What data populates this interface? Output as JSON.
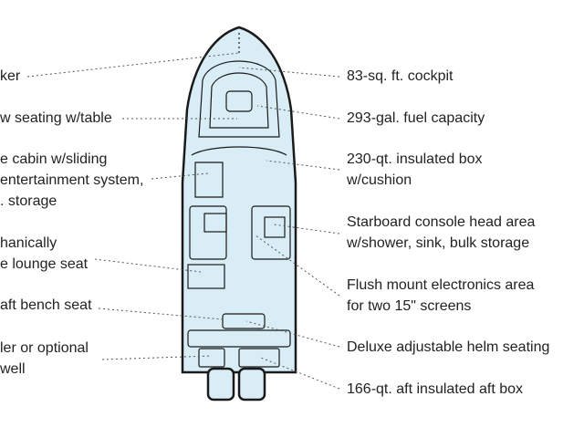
{
  "diagram": {
    "hull_color": "#d8edf5",
    "line_color": "#1a1a1a",
    "leader_color": "#555555",
    "left_labels": [
      {
        "lines": [
          "ker"
        ]
      },
      {
        "lines": [
          "w seating w/table"
        ]
      },
      {
        "lines": [
          "e cabin w/sliding",
          "entertainment system,",
          ". storage"
        ]
      },
      {
        "lines": [
          "hanically",
          "e lounge seat"
        ]
      },
      {
        "lines": [
          "aft bench seat"
        ]
      },
      {
        "lines": [
          "ler or optional",
          "well"
        ]
      }
    ],
    "right_labels": [
      {
        "lines": [
          "83-sq. ft. cockpit"
        ]
      },
      {
        "lines": [
          "293-gal. fuel capacity"
        ]
      },
      {
        "lines": [
          "230-qt. insulated box",
          "w/cushion"
        ]
      },
      {
        "lines": [
          "Starboard console head area",
          "w/shower, sink, bulk storage"
        ]
      },
      {
        "lines": [
          "Flush mount electronics area",
          "for two 15\" screens"
        ]
      },
      {
        "lines": [
          "Deluxe adjustable helm seating"
        ]
      },
      {
        "lines": [
          "166-qt. aft insulated aft box"
        ]
      }
    ]
  }
}
